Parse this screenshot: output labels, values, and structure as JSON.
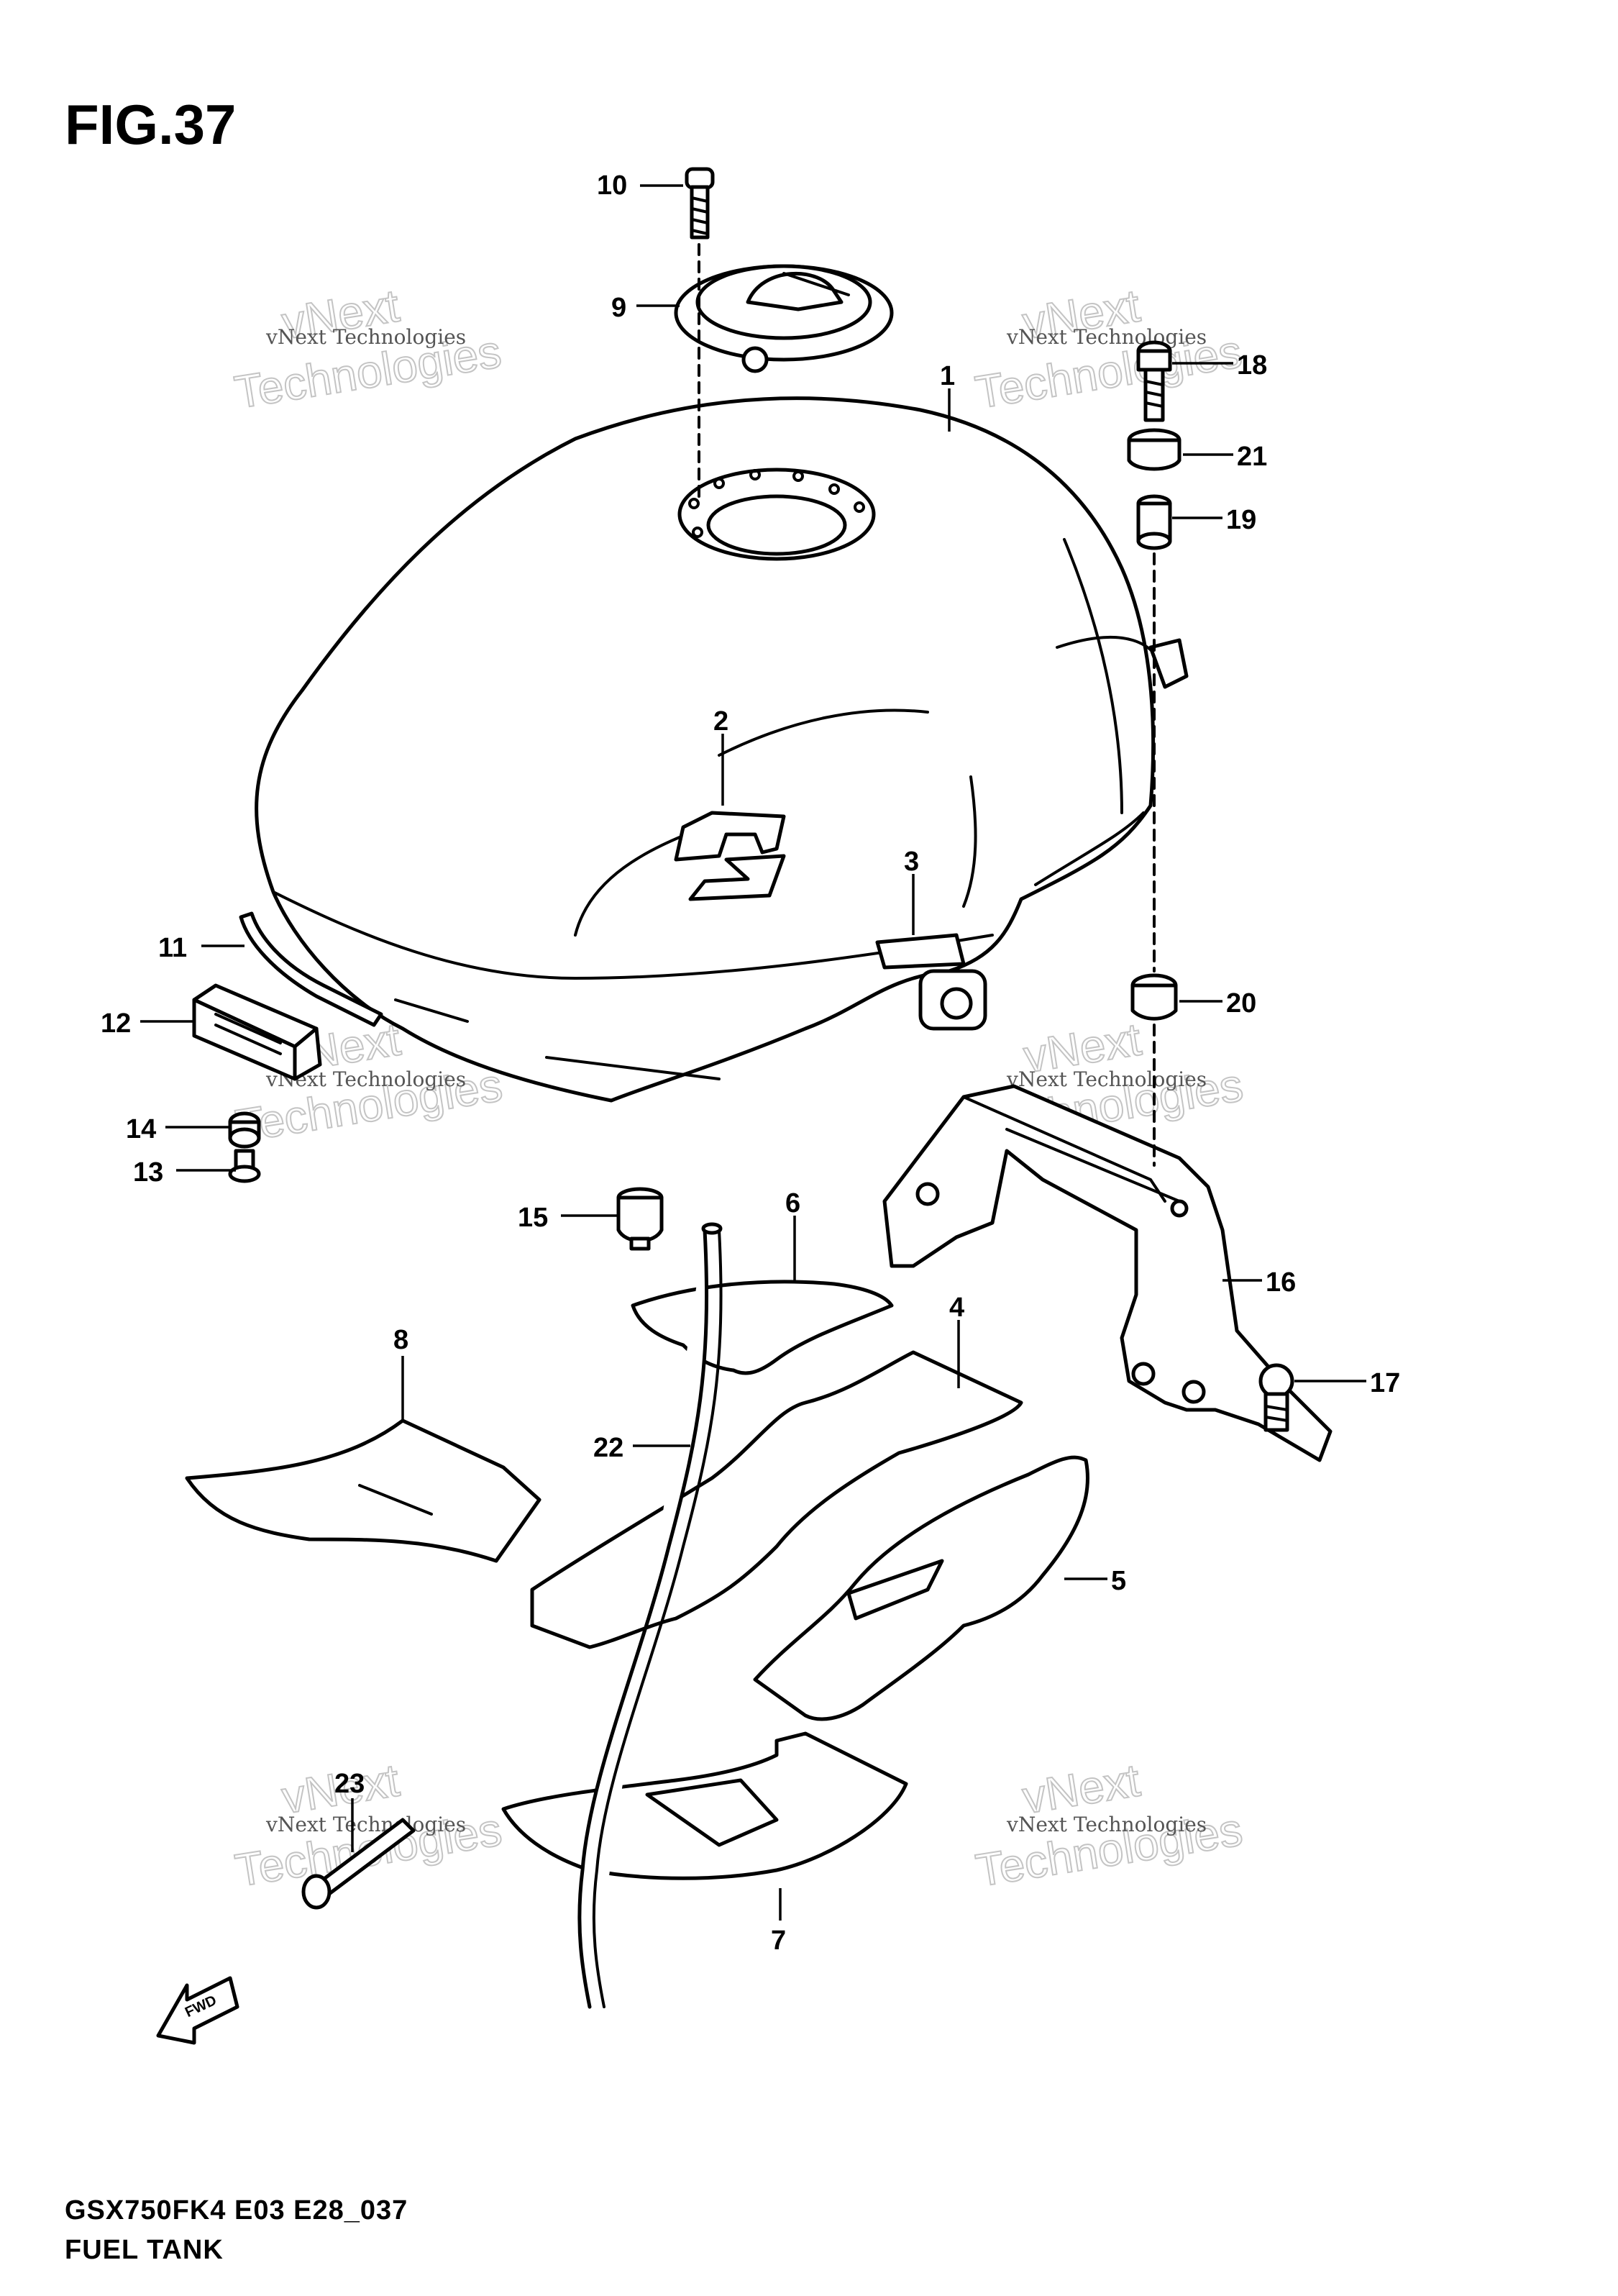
{
  "figure": {
    "title": "FIG.37",
    "model_code": "GSX750FK4 E03 E28_037",
    "caption": "FUEL TANK",
    "arrow_label": "FWD"
  },
  "watermark": {
    "line1": "vNext",
    "line2": "Technologies",
    "small": "vNext Technologies"
  },
  "callouts": [
    {
      "id": "1",
      "part": "fuel-tank"
    },
    {
      "id": "2",
      "part": "tank-emblem"
    },
    {
      "id": "3",
      "part": "tank-bracket-pad"
    },
    {
      "id": "4",
      "part": "heat-insulator-upper"
    },
    {
      "id": "5",
      "part": "heat-insulator-middle"
    },
    {
      "id": "6",
      "part": "cushion-front"
    },
    {
      "id": "7",
      "part": "heat-insulator-lower"
    },
    {
      "id": "8",
      "part": "cushion-side"
    },
    {
      "id": "9",
      "part": "fuel-cap"
    },
    {
      "id": "10",
      "part": "cap-bolt"
    },
    {
      "id": "11",
      "part": "side-trim-strip"
    },
    {
      "id": "12",
      "part": "front-mount-cushion"
    },
    {
      "id": "13",
      "part": "mount-bolt"
    },
    {
      "id": "14",
      "part": "mount-collar"
    },
    {
      "id": "15",
      "part": "rubber-cushion"
    },
    {
      "id": "16",
      "part": "rear-bracket"
    },
    {
      "id": "17",
      "part": "bracket-bolt"
    },
    {
      "id": "18",
      "part": "rear-bolt"
    },
    {
      "id": "19",
      "part": "spacer"
    },
    {
      "id": "20",
      "part": "rear-cushion"
    },
    {
      "id": "21",
      "part": "collar"
    },
    {
      "id": "22",
      "part": "drain-hose"
    },
    {
      "id": "23",
      "part": "hose-clamp"
    }
  ]
}
